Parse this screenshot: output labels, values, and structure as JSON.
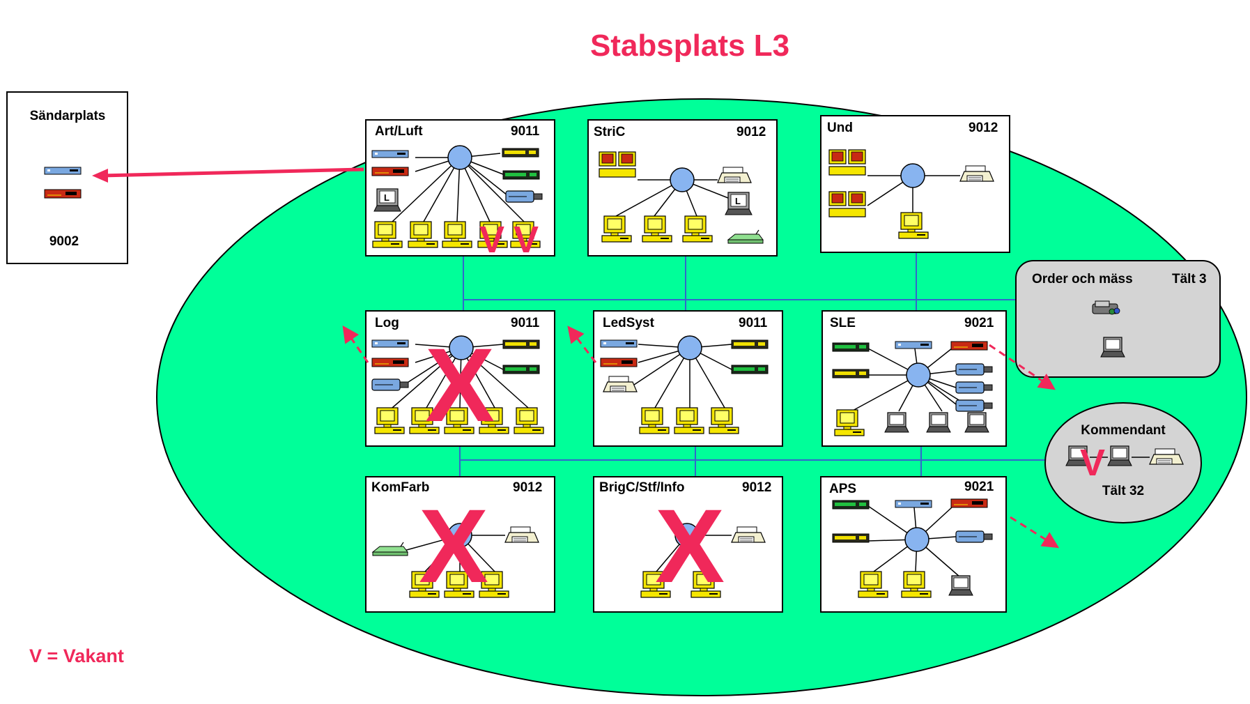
{
  "title": "Stabsplats L3",
  "legend": "V = Vakant",
  "colors": {
    "site": "#00ff99",
    "accent": "#f0285a",
    "link": "#3366cc",
    "hub": "#88b4f0",
    "tent": "#d4d4d4"
  },
  "sandarplats": {
    "name": "Sändarplats",
    "number": "9002"
  },
  "rooms": {
    "artluft": {
      "name": "Art/Luft",
      "number": "9011"
    },
    "stric": {
      "name": "StriC",
      "number": "9012"
    },
    "und": {
      "name": "Und",
      "number": "9012"
    },
    "log": {
      "name": "Log",
      "number": "9011"
    },
    "ledsyst": {
      "name": "LedSyst",
      "number": "9011"
    },
    "sle": {
      "name": "SLE",
      "number": "9021"
    },
    "komfarb": {
      "name": "KomFarb",
      "number": "9012"
    },
    "brigc": {
      "name": "BrigC/Stf/Info",
      "number": "9012"
    },
    "aps": {
      "name": "APS",
      "number": "9021"
    }
  },
  "order": {
    "name": "Order och mäss",
    "tent": "Tält 3"
  },
  "kommendant": {
    "name": "Kommendant",
    "tent": "Tält 32"
  },
  "marks": {
    "vacant": "V",
    "removed": "X"
  },
  "icons": {
    "pc": "desktop-computer-icon",
    "laptop": "laptop-icon",
    "router": "router-icon",
    "printer": "printer-icon",
    "modem": "modem-icon",
    "radio": "radio-icon",
    "hub": "hub-icon",
    "dual": "dual-monitor-workstation-icon"
  }
}
